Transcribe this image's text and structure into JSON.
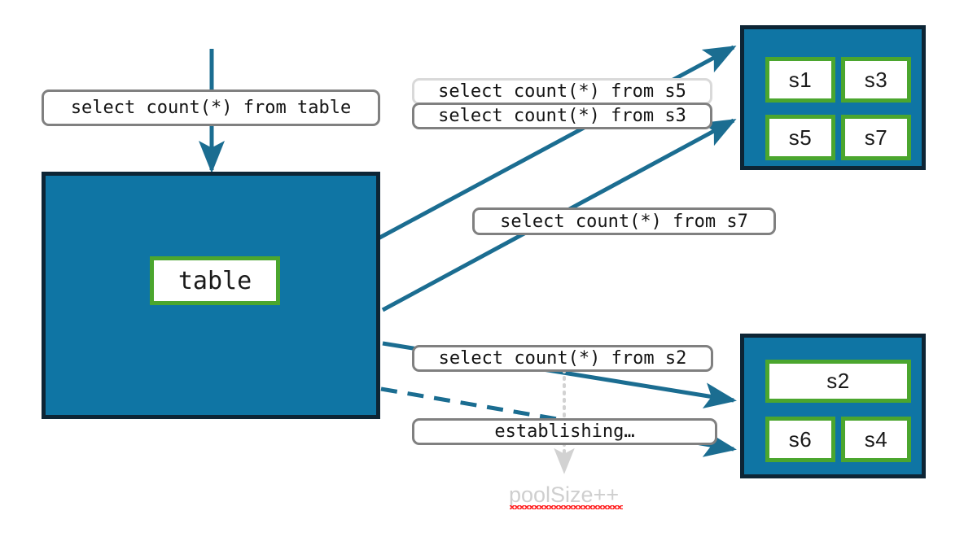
{
  "diagram": {
    "title": "connection pool query routing diagram",
    "colors": {
      "teal_fill": "#0f75a4",
      "dark_border": "#0d2535",
      "green_border": "#4ba62e",
      "arrow_teal": "#1b6d91",
      "chip_border": "#808080",
      "chip_border_light": "#d9d9d9",
      "ghost_gray": "#cfcfcf",
      "squiggle_red": "#ff2d2d"
    },
    "source_query": {
      "label": "select count(*) from table"
    },
    "table_node": {
      "label": "table"
    },
    "queries": [
      {
        "id": "q-s5",
        "label": "select count(*) from s5",
        "style": "light"
      },
      {
        "id": "q-s3",
        "label": "select count(*) from s3",
        "style": "normal"
      },
      {
        "id": "q-s7",
        "label": "select count(*) from s7",
        "style": "normal"
      },
      {
        "id": "q-s2",
        "label": "select count(*) from s2",
        "style": "normal"
      },
      {
        "id": "q-establishing",
        "label": "establishing…",
        "style": "normal"
      }
    ],
    "pool_note": {
      "label": "poolSize++"
    },
    "server_group_top": {
      "name": "top-server-group",
      "cells": [
        {
          "label": "s1"
        },
        {
          "label": "s3"
        },
        {
          "label": "s5"
        },
        {
          "label": "s7"
        }
      ]
    },
    "server_group_bottom": {
      "name": "bottom-server-group",
      "cells": [
        {
          "label": "s2"
        },
        {
          "label": "s6"
        },
        {
          "label": "s4"
        }
      ]
    }
  }
}
